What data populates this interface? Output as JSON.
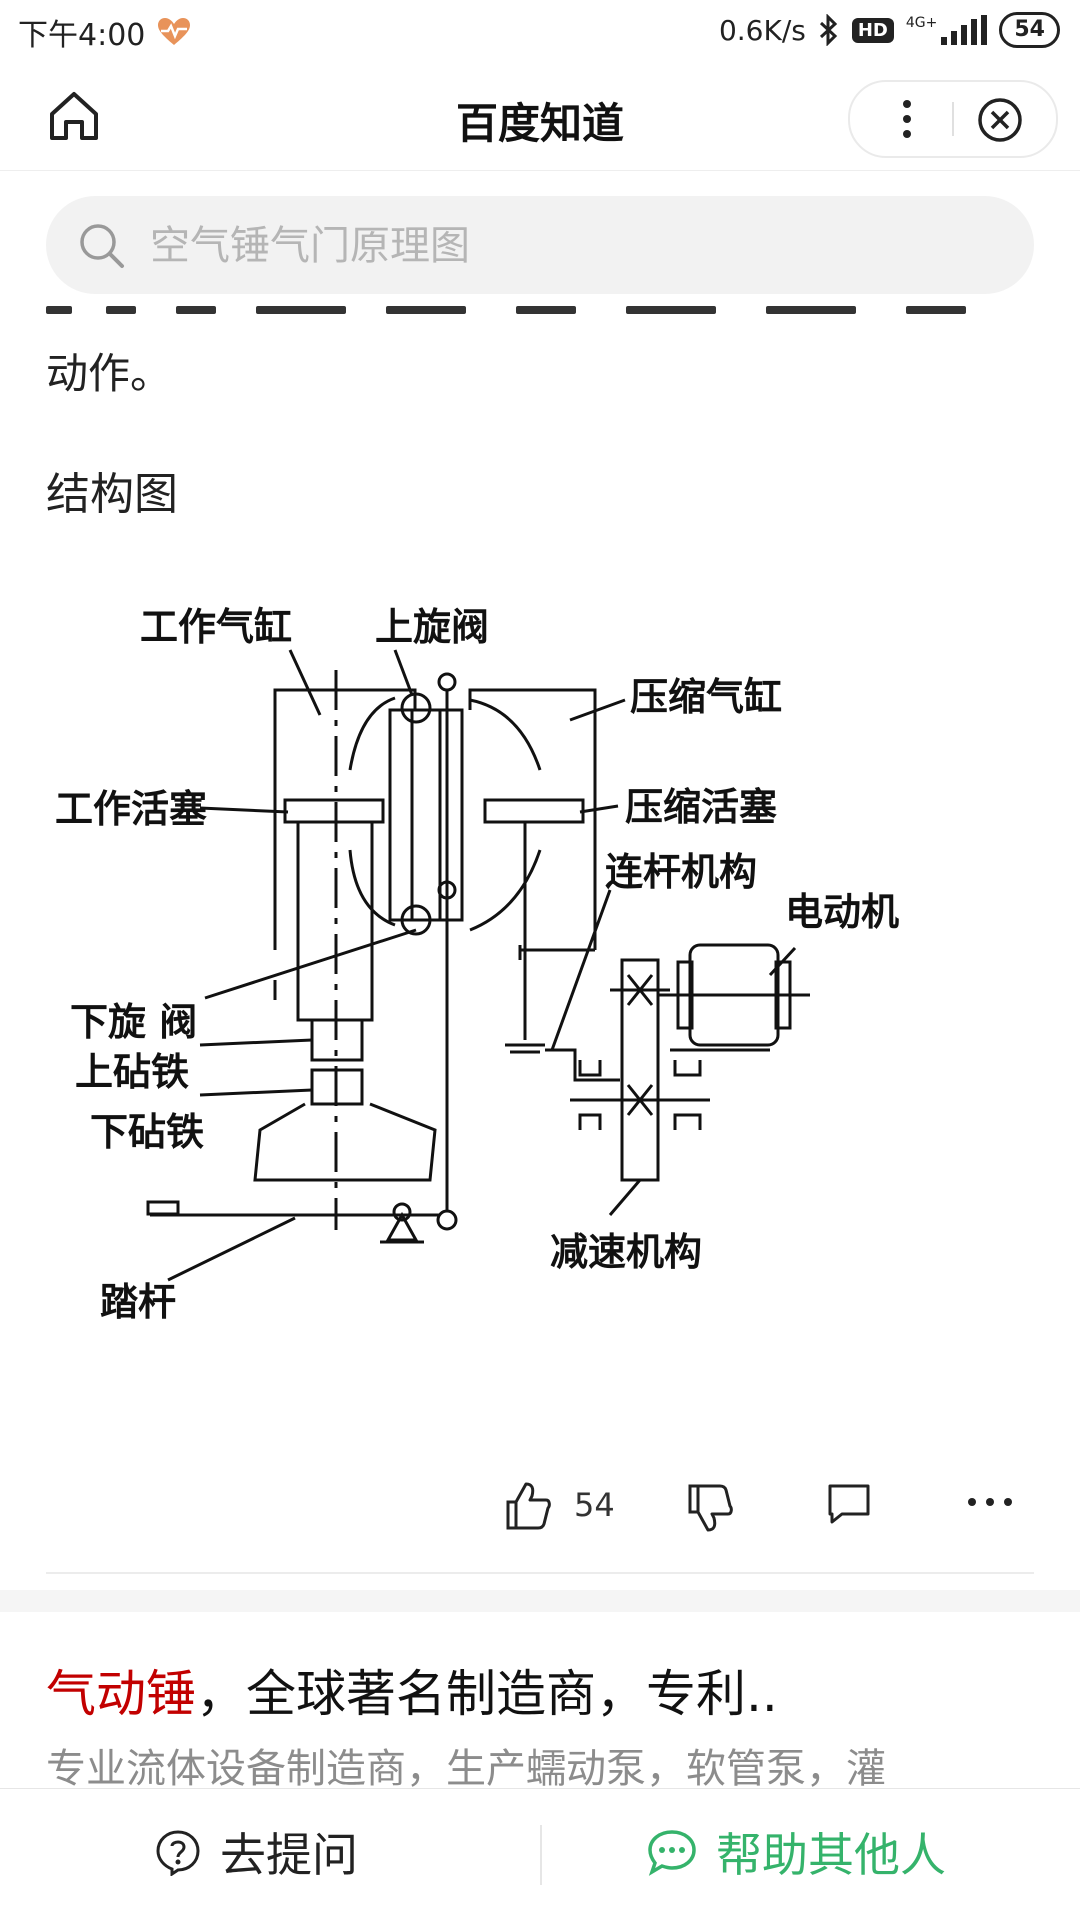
{
  "status_bar": {
    "time": "下午4:00",
    "net_speed": "0.6K/s",
    "hd_label": "HD",
    "signal_label": "4G+",
    "battery": "54"
  },
  "header": {
    "title": "百度知道"
  },
  "search": {
    "placeholder": "空气锤气门原理图"
  },
  "content": {
    "paragraph_tail": "动作。",
    "section_title": "结构图"
  },
  "diagram": {
    "labels": {
      "work_cylinder": "工作气缸",
      "upper_valve": "上旋阀",
      "compress_cylinder": "压缩气缸",
      "work_piston": "工作活塞",
      "compress_piston": "压缩活塞",
      "linkage": "连杆机构",
      "motor": "电动机",
      "lower_valve": "下旋 阀",
      "upper_anvil": "上砧铁",
      "lower_anvil": "下砧铁",
      "reducer": "减速机构",
      "pedal": "踏杆"
    }
  },
  "actions": {
    "like_count": "54"
  },
  "ad": {
    "title_highlight": "气动锤",
    "title_rest": "，全球著名制造商，专利..",
    "description": "专业流体设备制造商，生产蠕动泵，软管泵，灌"
  },
  "bottom_bar": {
    "ask_label": "去提问",
    "help_label": "帮助其他人"
  },
  "colors": {
    "accent_green": "#35b36b",
    "highlight_red": "#c20000"
  }
}
